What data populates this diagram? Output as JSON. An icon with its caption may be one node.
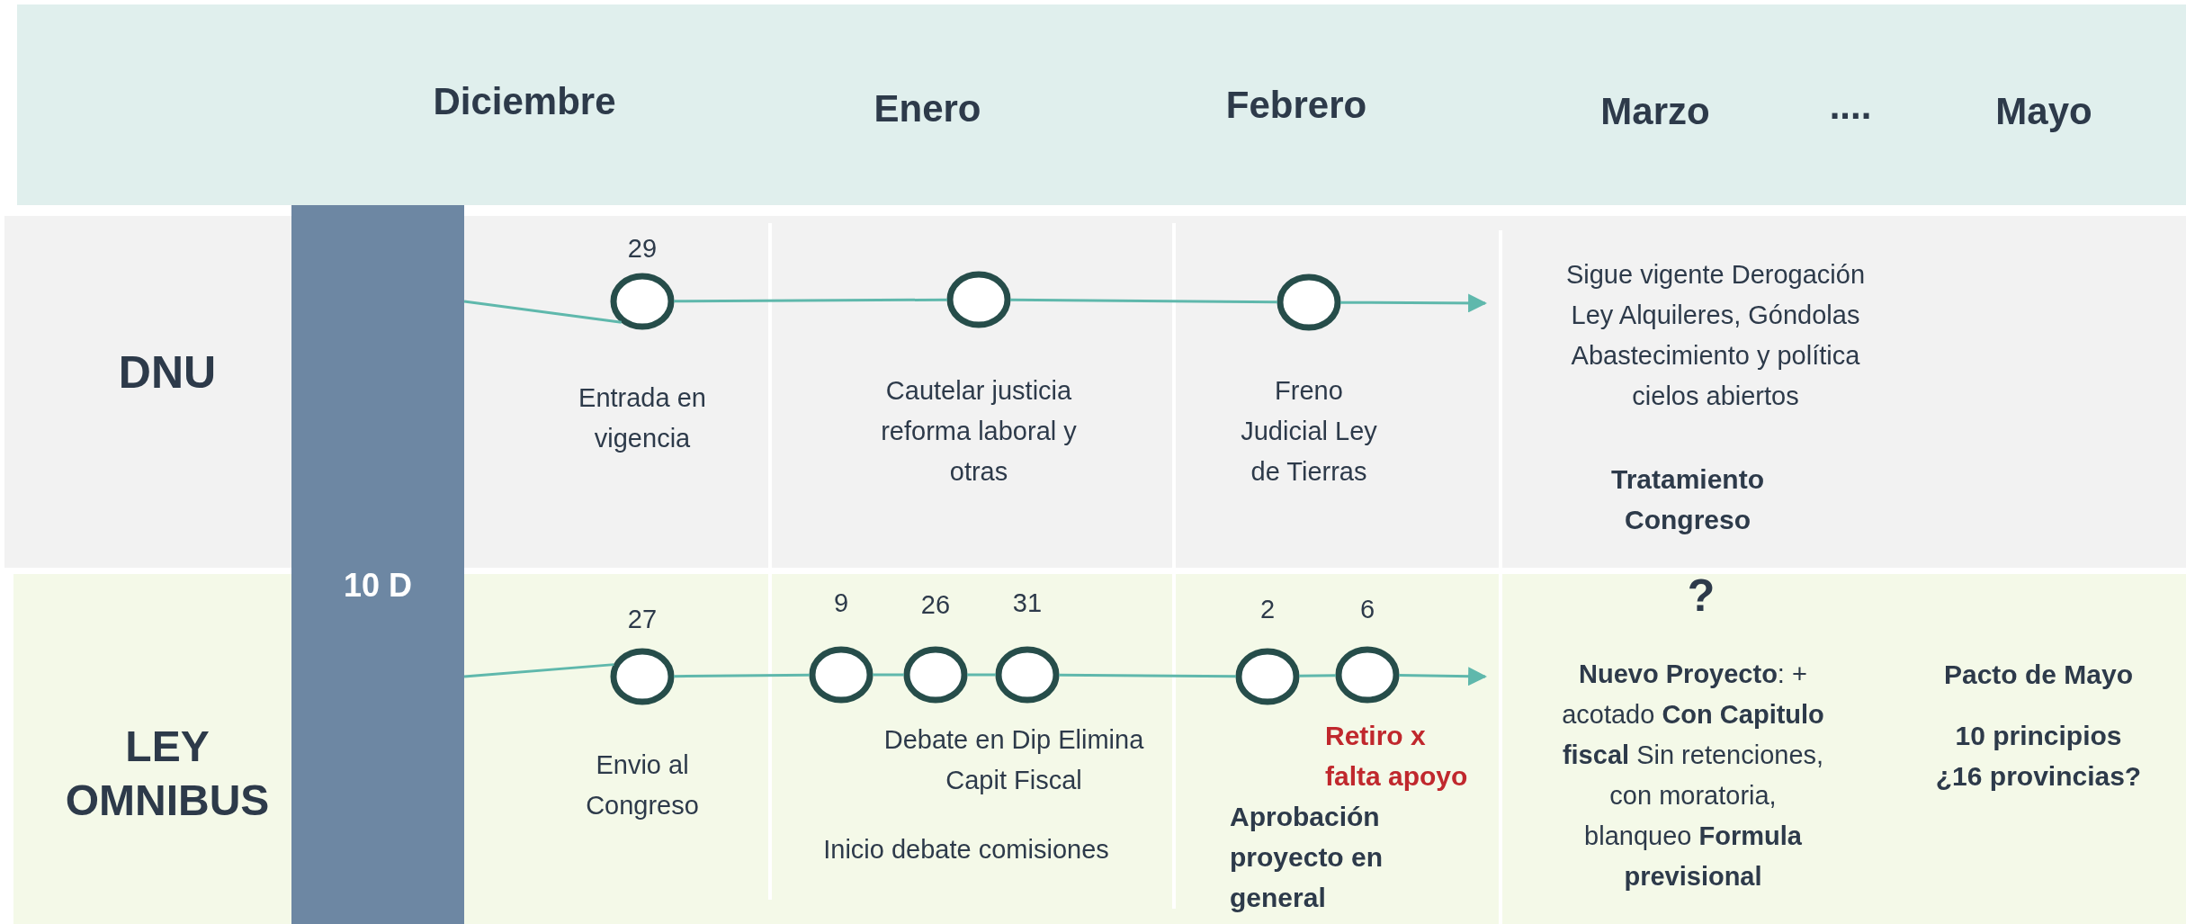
{
  "diagram": {
    "nodes": [
      {
        "text": [
          "Diciembre",
          "Enero",
          "Febrero",
          "Marzo",
          "....",
          "Mayo"
        ]
      },
      {
        "text": [
          "DNU"
        ]
      },
      {
        "text": [
          "LEY OMNIBUS"
        ]
      },
      {
        "text": [
          "10 D"
        ]
      },
      {
        "text": [],
        "shape": "circle",
        "in": 1,
        "beside": [
          "29"
        ]
      },
      {
        "text": [],
        "shape": "circle",
        "in": 1
      },
      {
        "text": [],
        "shape": "circle",
        "in": 1
      },
      {
        "text": [],
        "shape": "circle",
        "in": 2,
        "beside": [
          "27"
        ]
      },
      {
        "text": [],
        "shape": "circle",
        "in": 2,
        "beside": [
          "9"
        ]
      },
      {
        "text": [],
        "shape": "circle",
        "in": 2,
        "beside": [
          "26"
        ]
      },
      {
        "text": [],
        "shape": "circle",
        "in": 2,
        "beside": [
          "31"
        ]
      },
      {
        "text": [],
        "shape": "circle",
        "in": 2,
        "beside": [
          "2"
        ]
      },
      {
        "text": [],
        "shape": "circle",
        "in": 2,
        "beside": [
          "6"
        ]
      }
    ],
    "edges": [
      {
        "from": 3,
        "to": 4,
        "arrow": "none"
      },
      {
        "from": 4,
        "to": 5,
        "arrow": "none"
      },
      {
        "from": 5,
        "to": 6,
        "arrow": "none"
      },
      {
        "from": 6,
        "to": null,
        "arrow": "to"
      },
      {
        "from": 3,
        "to": 7,
        "arrow": "none"
      },
      {
        "from": 7,
        "to": 8,
        "arrow": "none"
      },
      {
        "from": 8,
        "to": 9,
        "arrow": "none"
      },
      {
        "from": 9,
        "to": 10,
        "arrow": "none"
      },
      {
        "from": 10,
        "to": 11,
        "arrow": "none"
      },
      {
        "from": 11,
        "to": 12,
        "arrow": "none"
      },
      {
        "from": 12,
        "to": null,
        "arrow": "to"
      }
    ],
    "labels": [
      "Entrada en vigencia",
      "Cautelar justicia reforma laboral y otras",
      "Freno Judicial Ley de Tierras",
      "Sigue vigente Derogación Ley Alquileres, Góndolas Abastecimiento y política cielos abiertos",
      "Tratamiento Congreso",
      "?",
      "Envio al Congreso",
      "Debate en Dip Elimina Capit Fiscal",
      "Inicio debate comisiones",
      "Retiro x falta apoyo",
      "Aprobación proyecto en general",
      "**Nuevo Proyecto**: + acotado  **Con Capitulo fiscal** Sin retenciones, con moratoria, blanqueo **Formula previsional**",
      "Pacto de Mayo",
      "10 principios ¿16 provincias?"
    ]
  }
}
